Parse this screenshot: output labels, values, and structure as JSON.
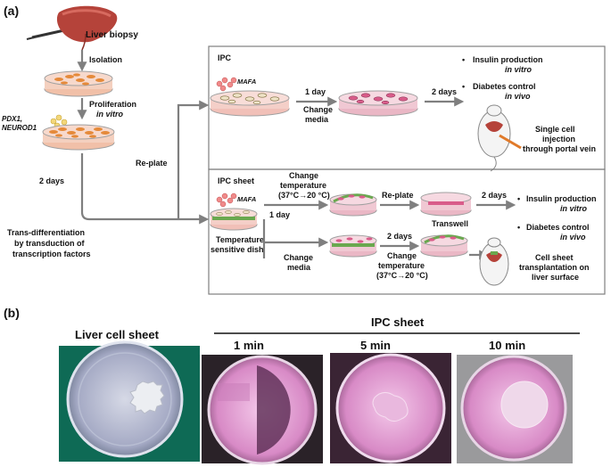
{
  "panel_a": {
    "label": "(a)",
    "liver_biopsy": "Liver biopsy",
    "isolation": "Isolation",
    "proliferation": "Proliferation",
    "proliferation_italic": "in vitro",
    "pdx1": "PDX1,",
    "neurod1": "NEUROD1",
    "two_days": "2 days",
    "replate": "Re-plate",
    "transdiff": [
      "Trans-differentiation",
      "by transduction of",
      "transcription factors"
    ],
    "ipc": {
      "title": "IPC",
      "mafa": "MAFA",
      "one_day": "1 day",
      "change_media": [
        "Change",
        "media"
      ],
      "two_days": "2 days",
      "insulin": "Insulin production",
      "insulin_italic": "in vitro",
      "diabetes": "Diabetes control",
      "diabetes_italic": "in vivo",
      "injection": [
        "Single cell",
        "injection",
        "through portal vein"
      ]
    },
    "ipc_sheet": {
      "title": "IPC sheet",
      "mafa": "MAFA",
      "one_day": "1 day",
      "dish": [
        "Temperature",
        "sensitive dish"
      ],
      "change_temp": [
        "Change",
        "temperature",
        "(37°C→20 °C)"
      ],
      "replate": "Re-plate",
      "transwell": "Transwell",
      "two_days": "2 days",
      "insulin": "Insulin production",
      "insulin_italic": "in vitro",
      "change_media": [
        "Change",
        "media"
      ],
      "two_days_b": "2 days",
      "change_temp_b": [
        "Change",
        "temperature",
        "(37°C→20 °C)"
      ],
      "diabetes": "Diabetes control",
      "diabetes_italic": "in vivo",
      "transplant": [
        "Cell sheet",
        "transplantation on",
        "liver surface"
      ]
    }
  },
  "panel_b": {
    "label": "(b)",
    "liver_sheet": "Liver cell sheet",
    "ipc_sheet": "IPC sheet",
    "t1": "1 min",
    "t5": "5 min",
    "t10": "10 min"
  },
  "colors": {
    "arrow": "#7f7f7f",
    "dish_pink": "#f3c9c4",
    "cell_orange": "#e58a3a",
    "liver": "#b5433a"
  }
}
